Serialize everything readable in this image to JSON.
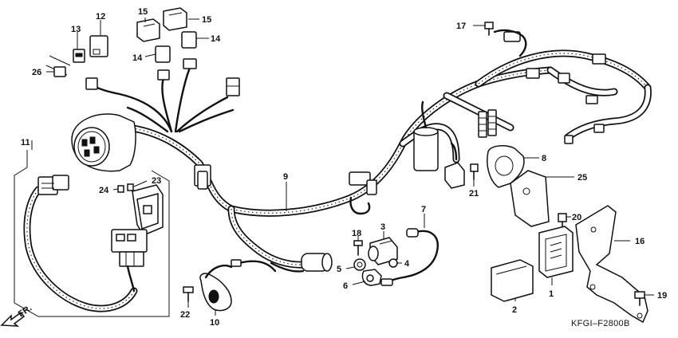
{
  "diagram": {
    "code": "KFGI–F2800B",
    "direction": "FR.",
    "callouts": {
      "c1": "1",
      "c2": "2",
      "c3": "3",
      "c4": "4",
      "c5": "5",
      "c6": "6",
      "c7": "7",
      "c8": "8",
      "c9": "9",
      "c10": "10",
      "c11": "11",
      "c12": "12",
      "c13": "13",
      "c14a": "14",
      "c14b": "14",
      "c15a": "15",
      "c15b": "15",
      "c16": "16",
      "c17": "17",
      "c18": "18",
      "c19": "19",
      "c20": "20",
      "c21": "21",
      "c22": "22",
      "c23": "23",
      "c24": "24",
      "c25": "25",
      "c26": "26"
    }
  }
}
